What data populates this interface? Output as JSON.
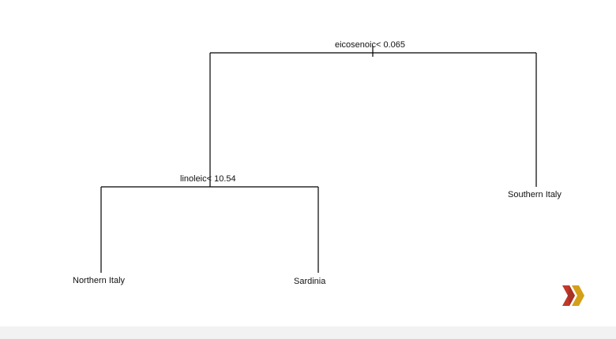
{
  "tree": {
    "root_split": "eicosenoic< 0.065",
    "left_split": "linoleic< 10.54",
    "leaves": {
      "left_left": "Northern Italy",
      "left_right": "Sardinia",
      "right": "Southern Italy"
    }
  },
  "logo": {
    "icon": "x-logo",
    "colors": [
      "#c0392b",
      "#d4a017"
    ]
  },
  "colors": {
    "edges": "#000000",
    "background": "#ffffff"
  }
}
